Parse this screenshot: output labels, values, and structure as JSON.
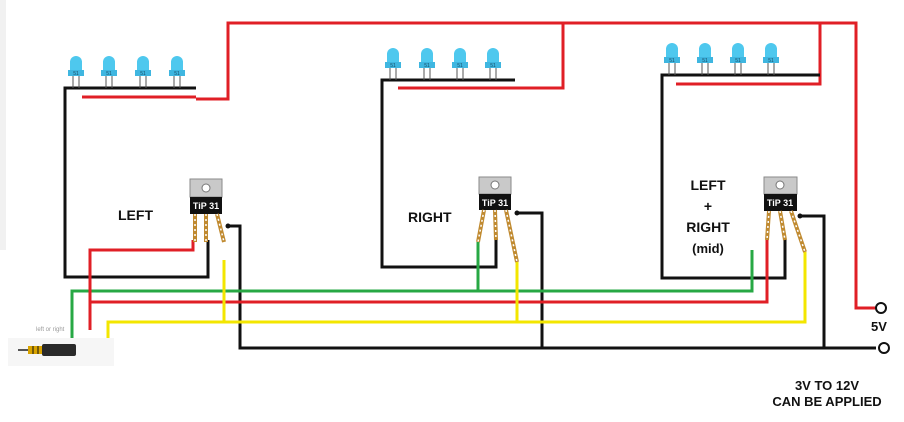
{
  "colors": {
    "red_wire": "#e01f26",
    "black_wire": "#111111",
    "green_wire": "#27a844",
    "yellow_wire": "#f3e600",
    "led_blue": "#4ec8ee",
    "transistor_body": "#111111",
    "heatsink": "#c9c9c9",
    "jack_gold": "#d9a400",
    "cable_orange": "#f0a030"
  },
  "icons": {
    "led": "blue-led-icon",
    "transistor": "tip31-transistor-icon",
    "terminal": "terminal-circle-icon",
    "jack": "audio-jack-icon"
  },
  "stages": [
    {
      "label": "LEFT",
      "transistor_label": "TiP 31"
    },
    {
      "label": "RIGHT",
      "transistor_label": "TiP 31"
    },
    {
      "label_lines": [
        "LEFT",
        "+",
        "RIGHT",
        "(mid)"
      ],
      "transistor_label": "TiP 31"
    }
  ],
  "led_label": "51",
  "jack_label": "left or right",
  "terminals": {
    "positive": "5V"
  },
  "note_lines": [
    "3V TO 12V",
    "CAN BE APPLIED"
  ]
}
